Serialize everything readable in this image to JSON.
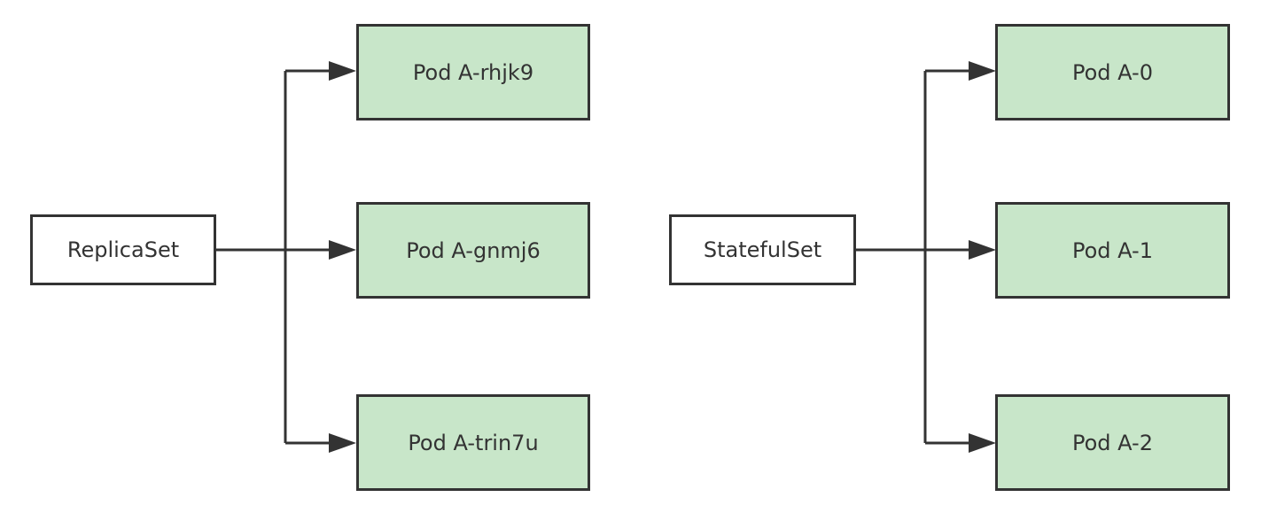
{
  "diagram": {
    "colors": {
      "pod_fill": "#c8e6c9",
      "controller_fill": "#ffffff",
      "stroke": "#333333"
    },
    "groups": [
      {
        "controller": "ReplicaSet",
        "pods": [
          "Pod A-rhjk9",
          "Pod A-gnmj6",
          "Pod A-trin7u"
        ]
      },
      {
        "controller": "StatefulSet",
        "pods": [
          "Pod A-0",
          "Pod A-1",
          "Pod A-2"
        ]
      }
    ]
  }
}
